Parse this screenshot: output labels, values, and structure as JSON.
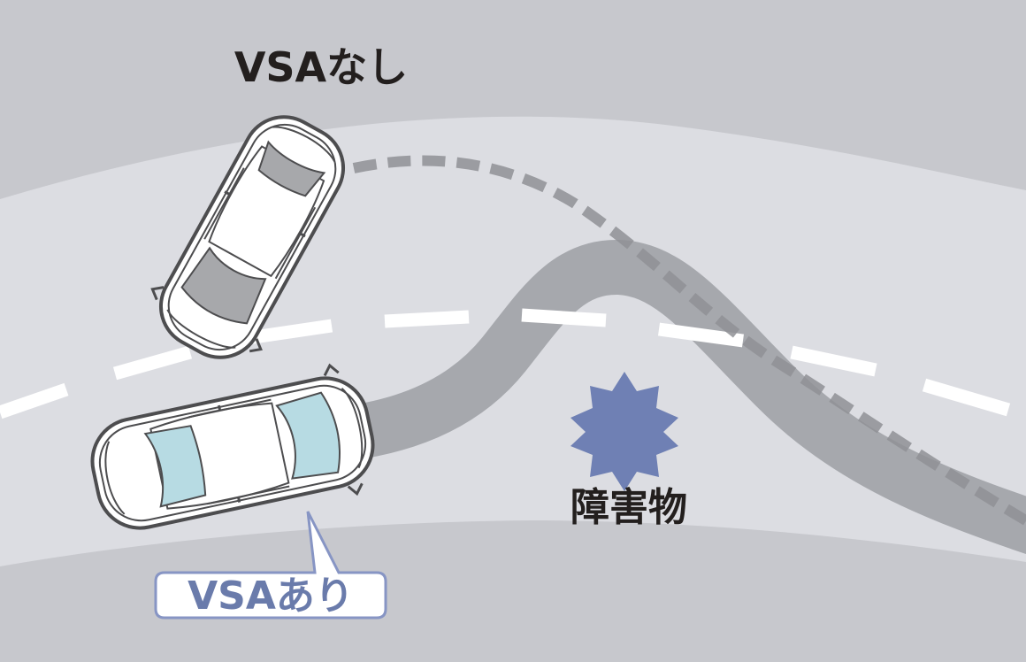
{
  "labels": {
    "without_vsa": "VSAなし",
    "with_vsa": "VSAあり",
    "obstacle": "障害物"
  },
  "colors": {
    "background": "#c7c8cd",
    "road": "#dcdde2",
    "lane_marking": "#ffffff",
    "skid_track_with_vsa": "#a6a8ad",
    "path_without_vsa": "#8f9095",
    "obstacle": "#6f80b4",
    "callout_border": "#8795c4",
    "label_text": "#231f1e",
    "callout_text": "#6a7bab",
    "glass_with_vsa": "#b7dbe3",
    "glass_without_vsa": "#a7a8ab"
  },
  "icons": {
    "obstacle": "burst-star-icon"
  }
}
